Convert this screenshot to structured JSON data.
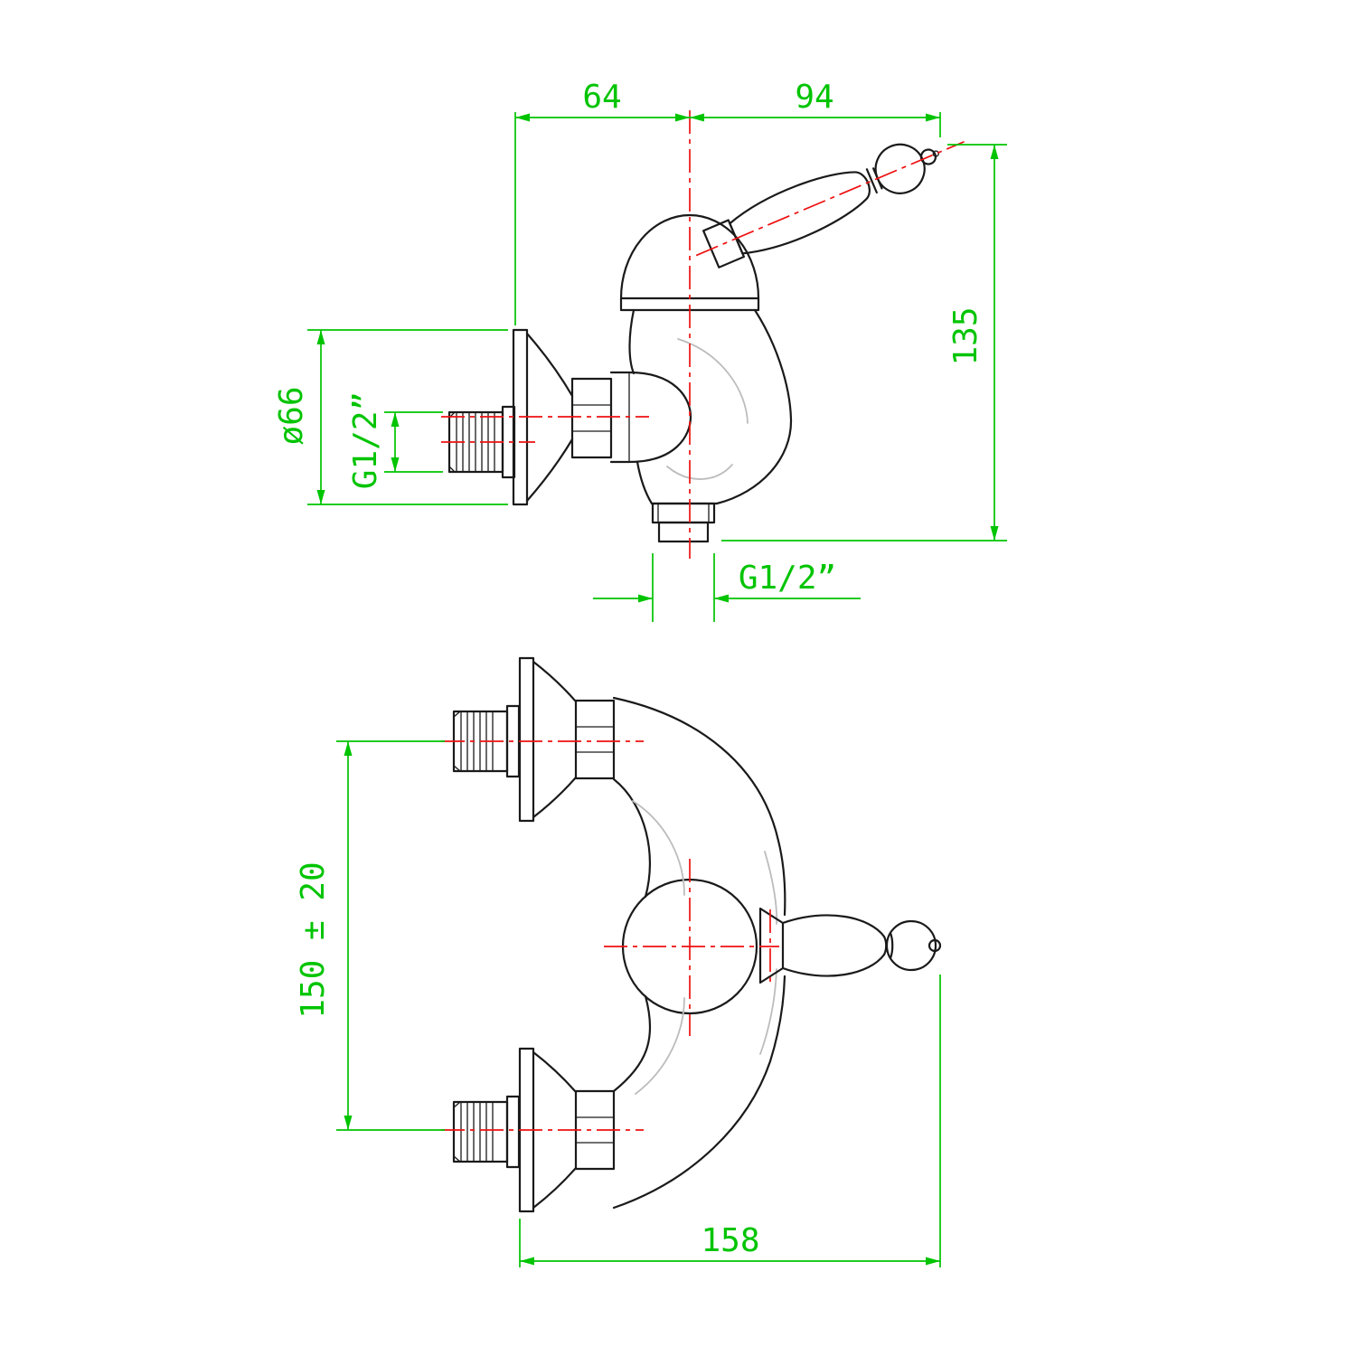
{
  "drawing": {
    "title": "shower-mixer-technical-drawing",
    "background": "#ffffff",
    "colors": {
      "outline": "#1a1a1a",
      "dimension": "#00c400",
      "centerline": "#ee1111",
      "detail": "#bcbcbc"
    },
    "views": {
      "side": {
        "label": "side-view",
        "dimensions": {
          "offset_left": "64",
          "offset_right": "94",
          "height": "135",
          "flange_diameter": "ø66",
          "inlet_thread": "G1/2”",
          "outlet_thread": "G1/2”"
        }
      },
      "front": {
        "label": "front-view",
        "dimensions": {
          "inlet_centers": "150 ± 20",
          "overall_width": "158"
        }
      }
    }
  }
}
